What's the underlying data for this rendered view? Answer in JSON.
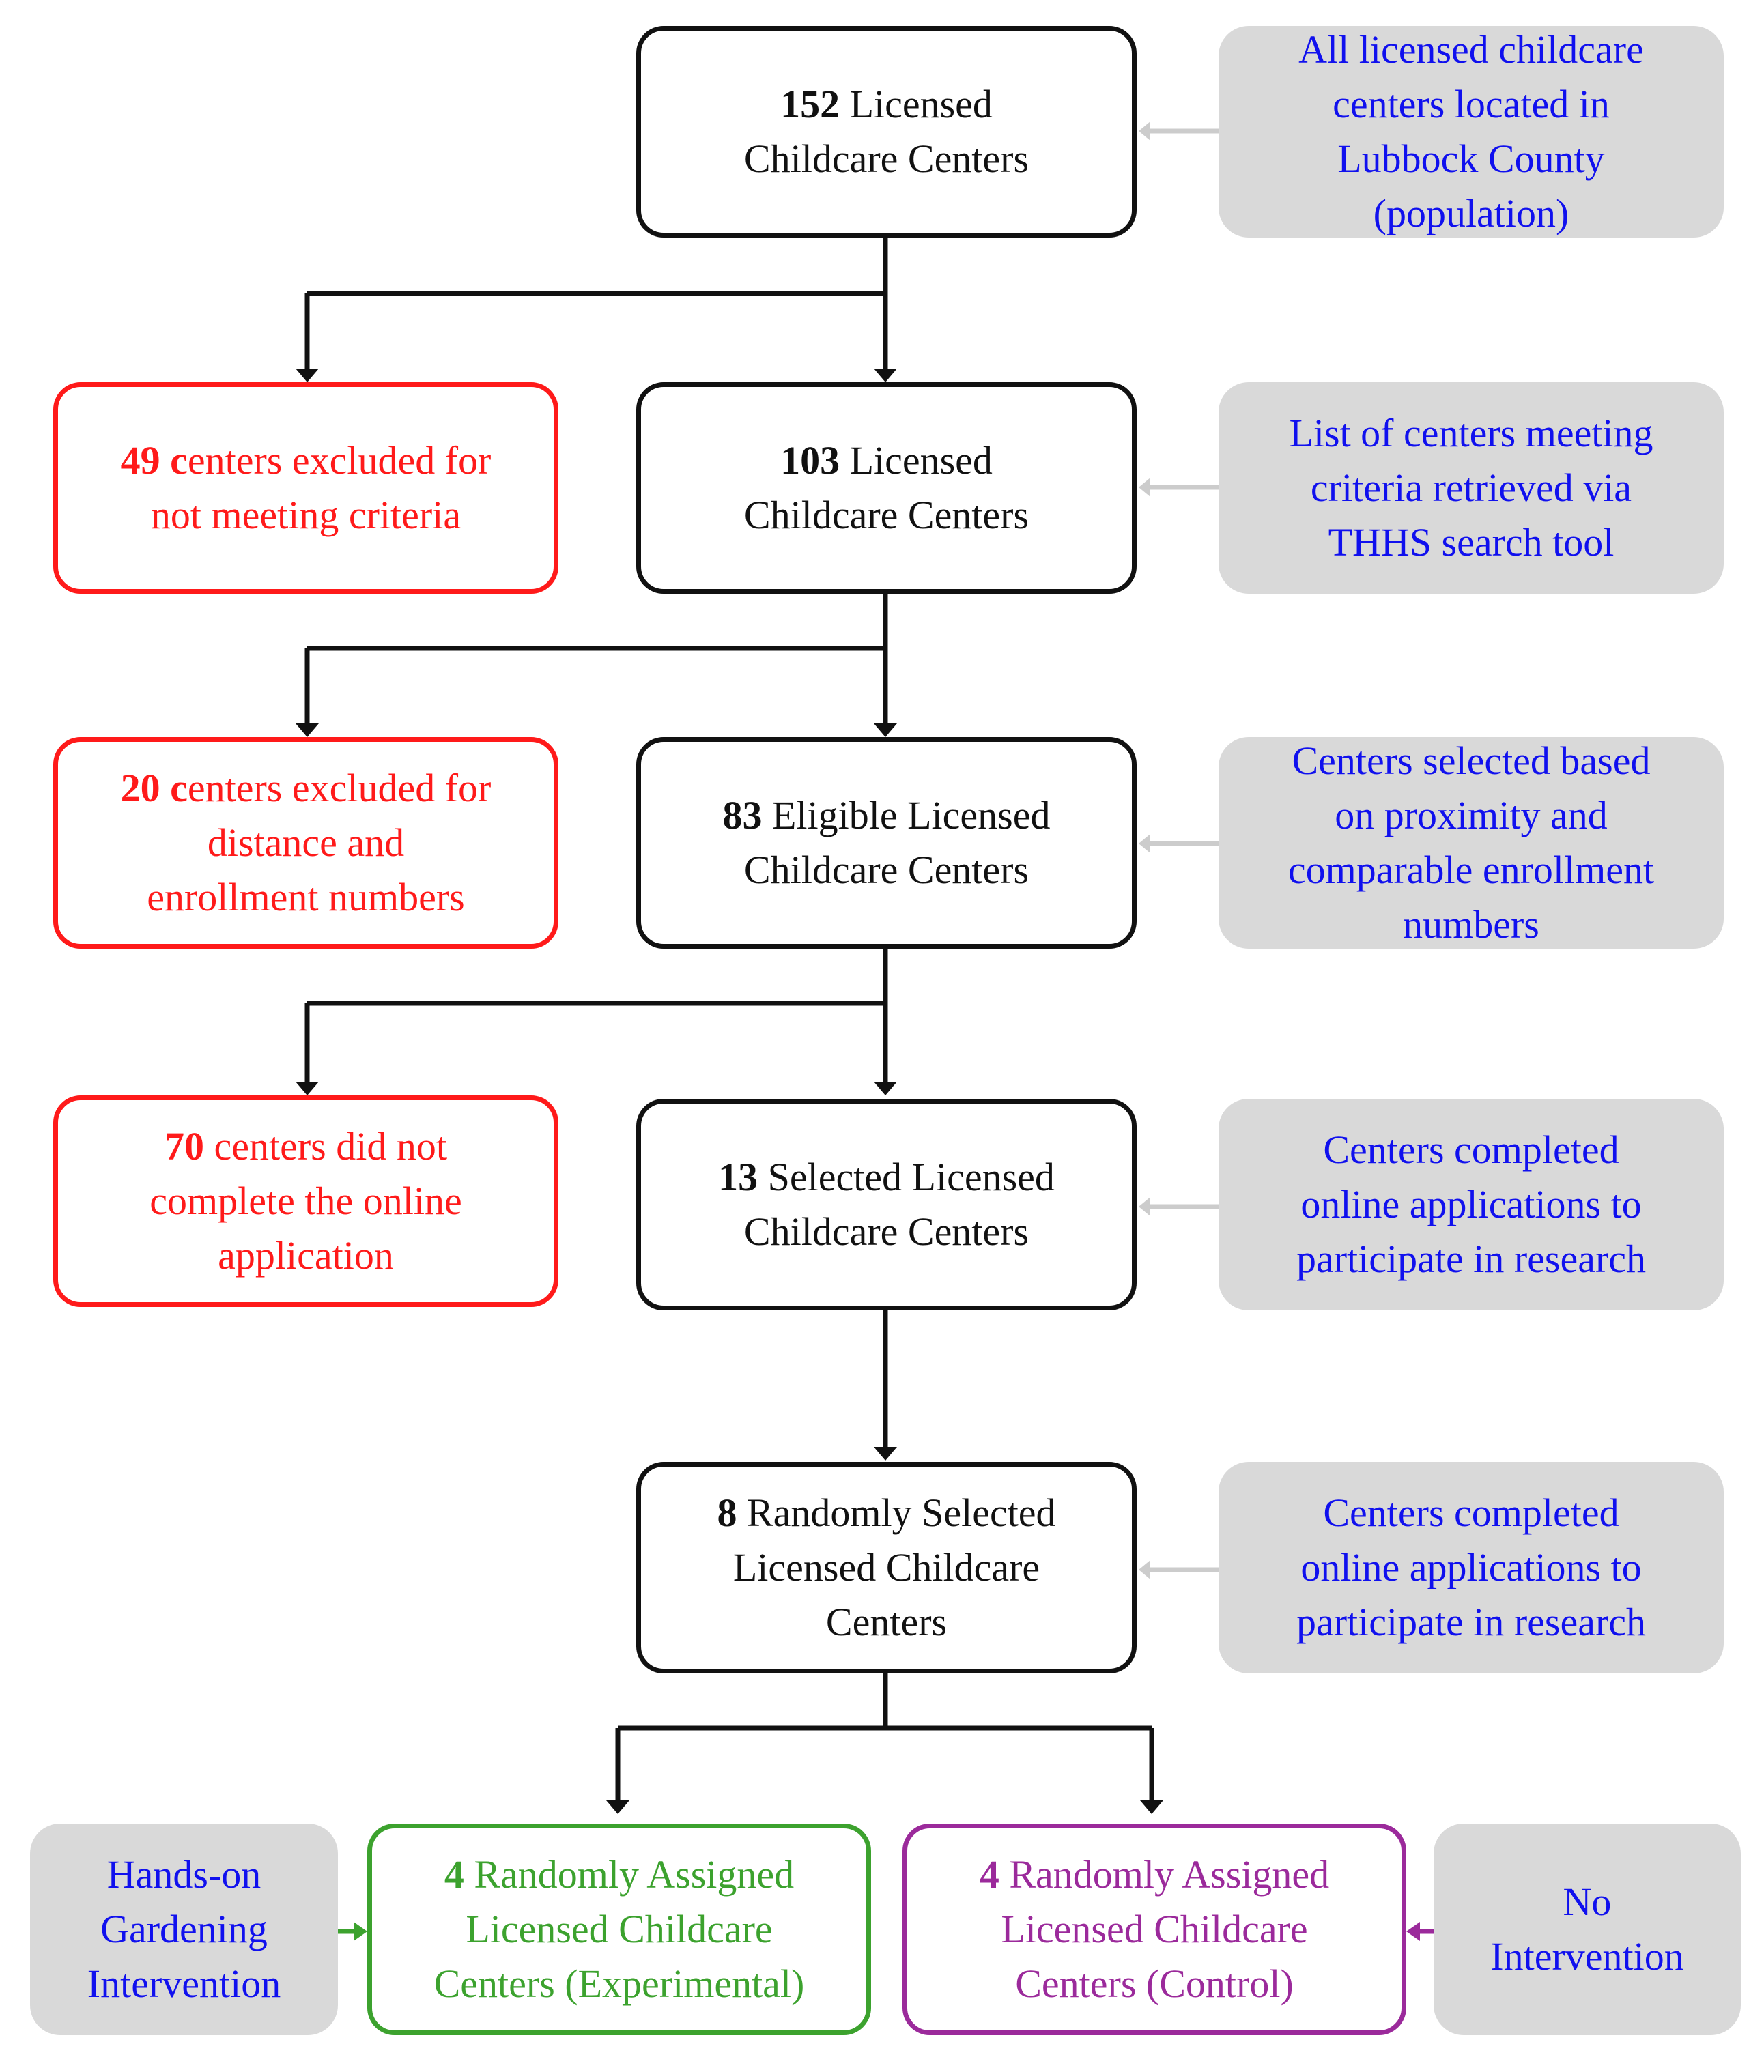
{
  "colors": {
    "main_border": "#111111",
    "excluded": "#ff1a1a",
    "experimental": "#3ca22e",
    "control": "#9b2a9b",
    "note_text": "#1010ee",
    "note_fill": "#d9d9d9"
  },
  "main": {
    "step1": {
      "count": "152",
      "text": " Licensed",
      "line2": "Childcare Centers"
    },
    "step2": {
      "count": "103",
      "text": " Licensed",
      "line2": "Childcare Centers"
    },
    "step3": {
      "count": "83",
      "text": " Eligible Licensed",
      "line2": "Childcare Centers"
    },
    "step4": {
      "count": "13",
      "text": " Selected Licensed",
      "line2": "Childcare Centers"
    },
    "step5": {
      "count": "8",
      "text": " Randomly Selected",
      "line2": "Licensed Childcare",
      "line3": "Centers"
    }
  },
  "excluded": {
    "excl1": {
      "count": "49 c",
      "text": "enters excluded for",
      "line2": "not meeting criteria"
    },
    "excl2": {
      "count": "20 c",
      "text": "enters excluded for",
      "line2": "distance and",
      "line3": "enrollment numbers"
    },
    "excl3": {
      "count": "70",
      "text": " centers did not",
      "line2": "complete the online",
      "line3": "application"
    }
  },
  "notes": {
    "note1": [
      "All licensed childcare",
      "centers located in",
      "Lubbock County",
      "(population)"
    ],
    "note2": [
      "List of centers meeting",
      "criteria retrieved via",
      "THHS search tool"
    ],
    "note3": [
      "Centers selected based",
      "on proximity and",
      "comparable enrollment",
      "numbers"
    ],
    "note4": [
      "Centers completed",
      "online applications to",
      "participate in research"
    ],
    "note5": [
      "Centers completed",
      "online applications to",
      "participate in research"
    ],
    "note_exp": [
      "Hands-on",
      "Gardening",
      "Intervention"
    ],
    "note_ctl": [
      "No",
      "Intervention"
    ]
  },
  "groups": {
    "experimental": {
      "count": "4",
      "text": " Randomly Assigned",
      "line2": "Licensed Childcare",
      "line3": "Centers (Experimental)"
    },
    "control": {
      "count": "4",
      "text": " Randomly Assigned",
      "line2": "Licensed Childcare",
      "line3": "Centers (Control)"
    }
  }
}
